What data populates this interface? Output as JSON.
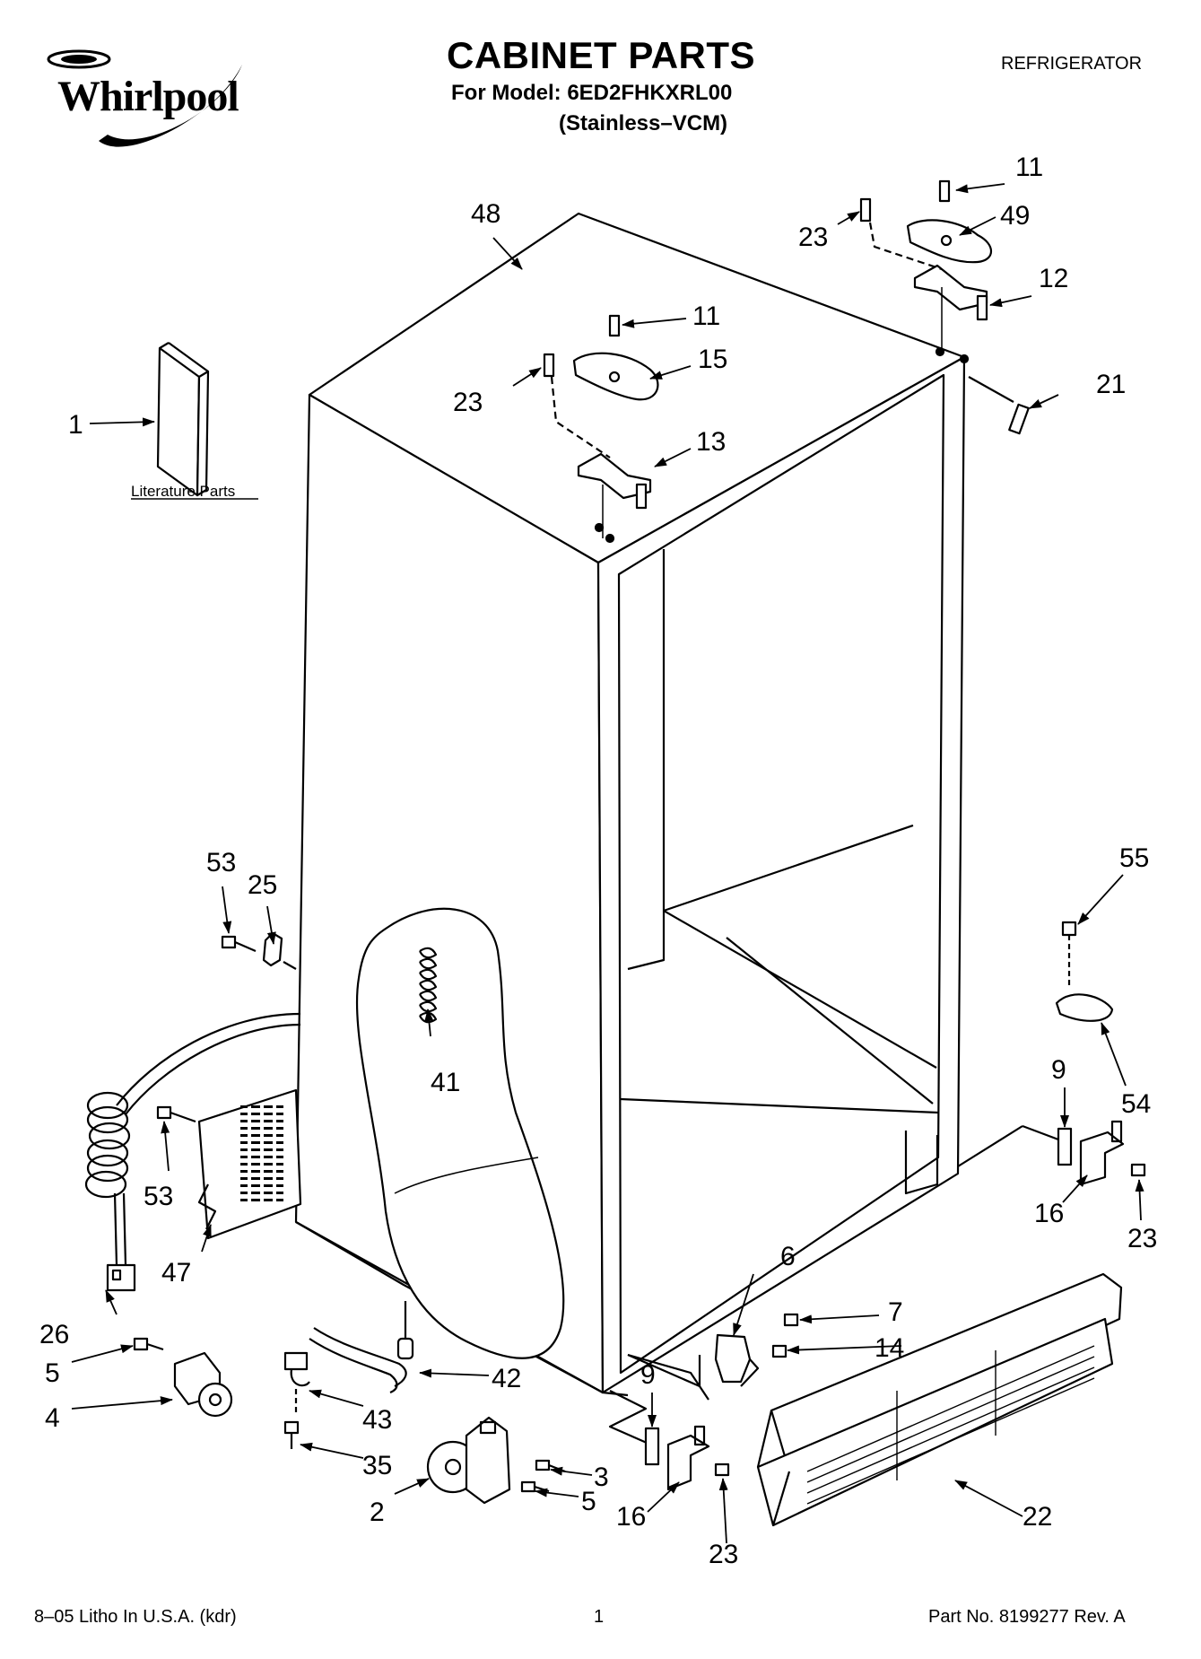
{
  "header": {
    "brand": "Whirlpool",
    "title": "CABINET PARTS",
    "model": "For Model: 6ED2FHKXRL00",
    "variant": "(Stainless–VCM)",
    "category": "REFRIGERATOR"
  },
  "diagram": {
    "literature_label": "Literature Parts",
    "callouts": {
      "c1": "1",
      "c2": "2",
      "c3": "3",
      "c4": "4",
      "c5a": "5",
      "c5b": "5",
      "c6": "6",
      "c7": "7",
      "c9a": "9",
      "c9b": "9",
      "c11a": "11",
      "c11b": "11",
      "c12": "12",
      "c13": "13",
      "c14": "14",
      "c15": "15",
      "c16a": "16",
      "c16b": "16",
      "c21": "21",
      "c22": "22",
      "c23a": "23",
      "c23b": "23",
      "c23c": "23",
      "c23d": "23",
      "c25": "25",
      "c26": "26",
      "c35": "35",
      "c41": "41",
      "c42": "42",
      "c43": "43",
      "c47": "47",
      "c48": "48",
      "c49": "49",
      "c53a": "53",
      "c53b": "53",
      "c54": "54",
      "c55": "55"
    }
  },
  "footer": {
    "left": "8–05 Litho In U.S.A. (kdr)",
    "page": "1",
    "right": "Part No. 8199277 Rev. A"
  }
}
